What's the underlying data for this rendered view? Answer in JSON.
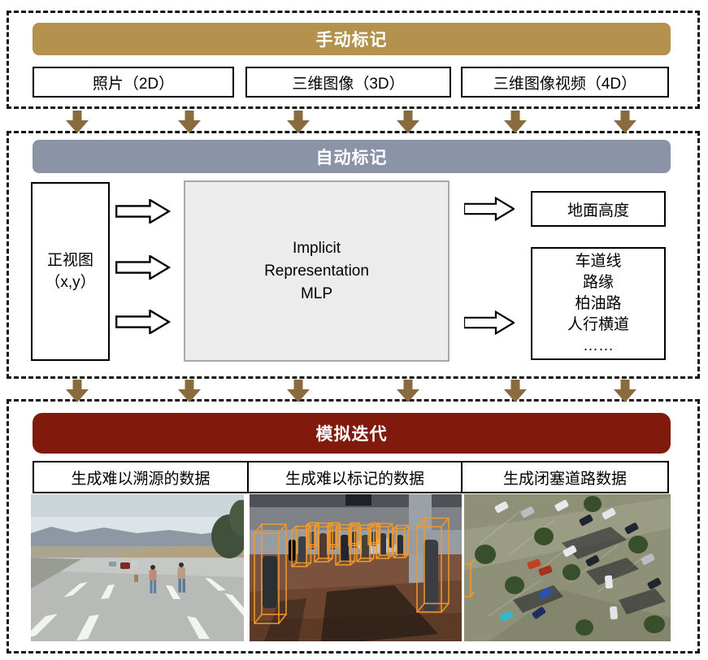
{
  "colors": {
    "manual_header_bg": "#B4914D",
    "auto_header_bg": "#8B94A7",
    "sim_header_bg": "#7F1A0D",
    "section_arrow": "#8A6B3D",
    "annotation_box_orange": "#F2992C",
    "mlp_box_bg": "#ECECEC"
  },
  "manual_annotation": {
    "header": "手动标记",
    "inputs": [
      "照片（2D）",
      "三维图像（3D）",
      "三维图像视频（4D）"
    ]
  },
  "auto_annotation": {
    "header": "自动标记",
    "source_box": [
      "正视图",
      "（x,y）"
    ],
    "model_box": [
      "Implicit",
      "Representation",
      "MLP"
    ],
    "output_primary": "地面高度",
    "output_list": [
      "车道线",
      "路缘",
      "柏油路",
      "人行横道",
      "……"
    ]
  },
  "simulation": {
    "header": "模拟迭代",
    "columns": [
      "生成难以溯源的数据",
      "生成难以标记的数据",
      "生成闭塞道路数据"
    ],
    "photos": [
      "highway-pedestrians",
      "crowd-3d-bounding-boxes",
      "aerial-parking-lot"
    ]
  }
}
